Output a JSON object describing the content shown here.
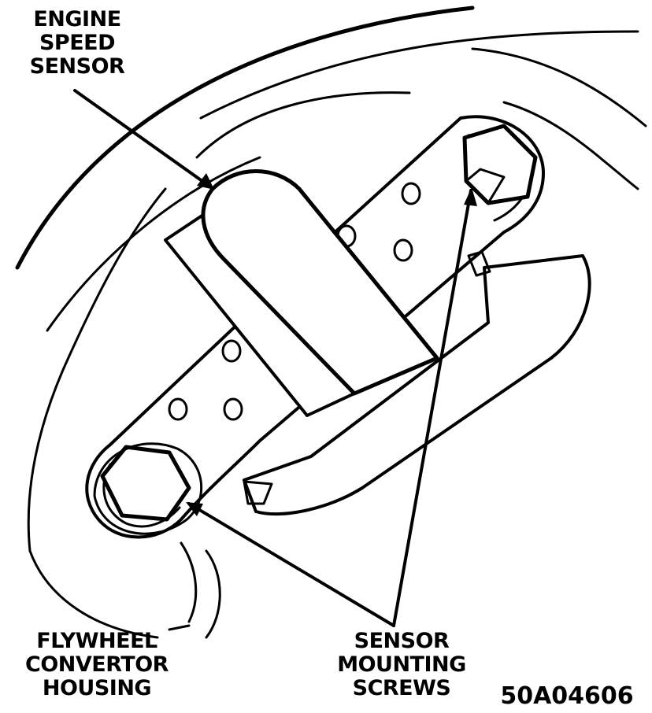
{
  "labels": {
    "engine_speed_sensor": [
      "ENGINE",
      "SPEED",
      "SENSOR"
    ],
    "flywheel_housing": [
      "FLYWHEEL",
      "CONVERTOR",
      "HOUSING"
    ],
    "sensor_screws": [
      "SENSOR",
      "MOUNTING",
      "SCREWS"
    ]
  },
  "figure_id": "50A04606",
  "colors": {
    "ink": "#000000",
    "paper": "#ffffff"
  }
}
